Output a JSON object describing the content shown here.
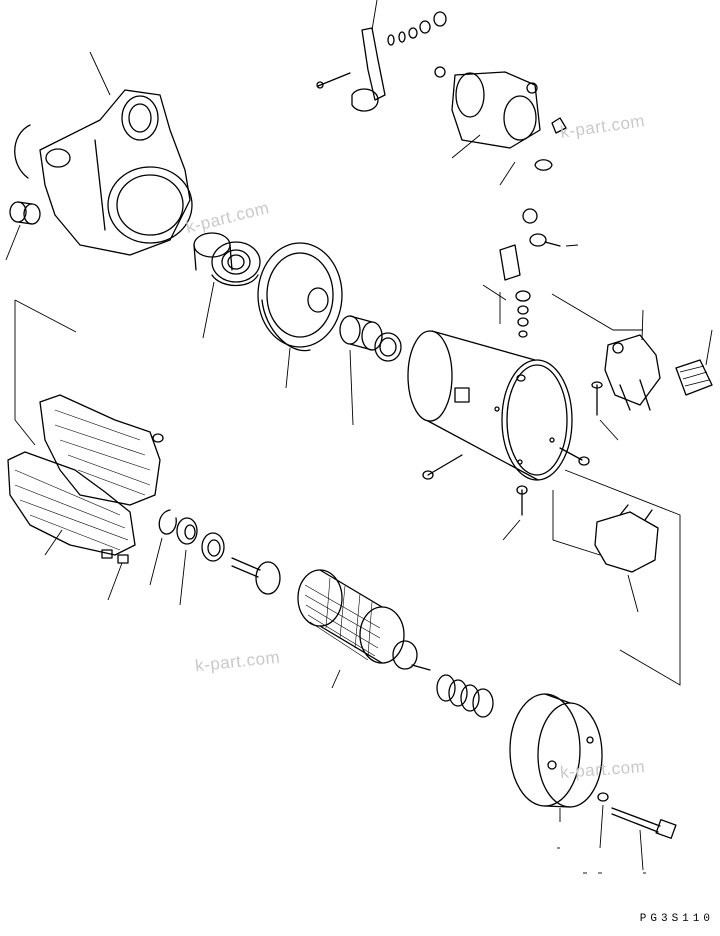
{
  "diagram": {
    "drawing_code": "PG3S110",
    "watermarks": [
      "k-part.com",
      "k-part.com",
      "k-part.com",
      "k-part.com"
    ]
  }
}
